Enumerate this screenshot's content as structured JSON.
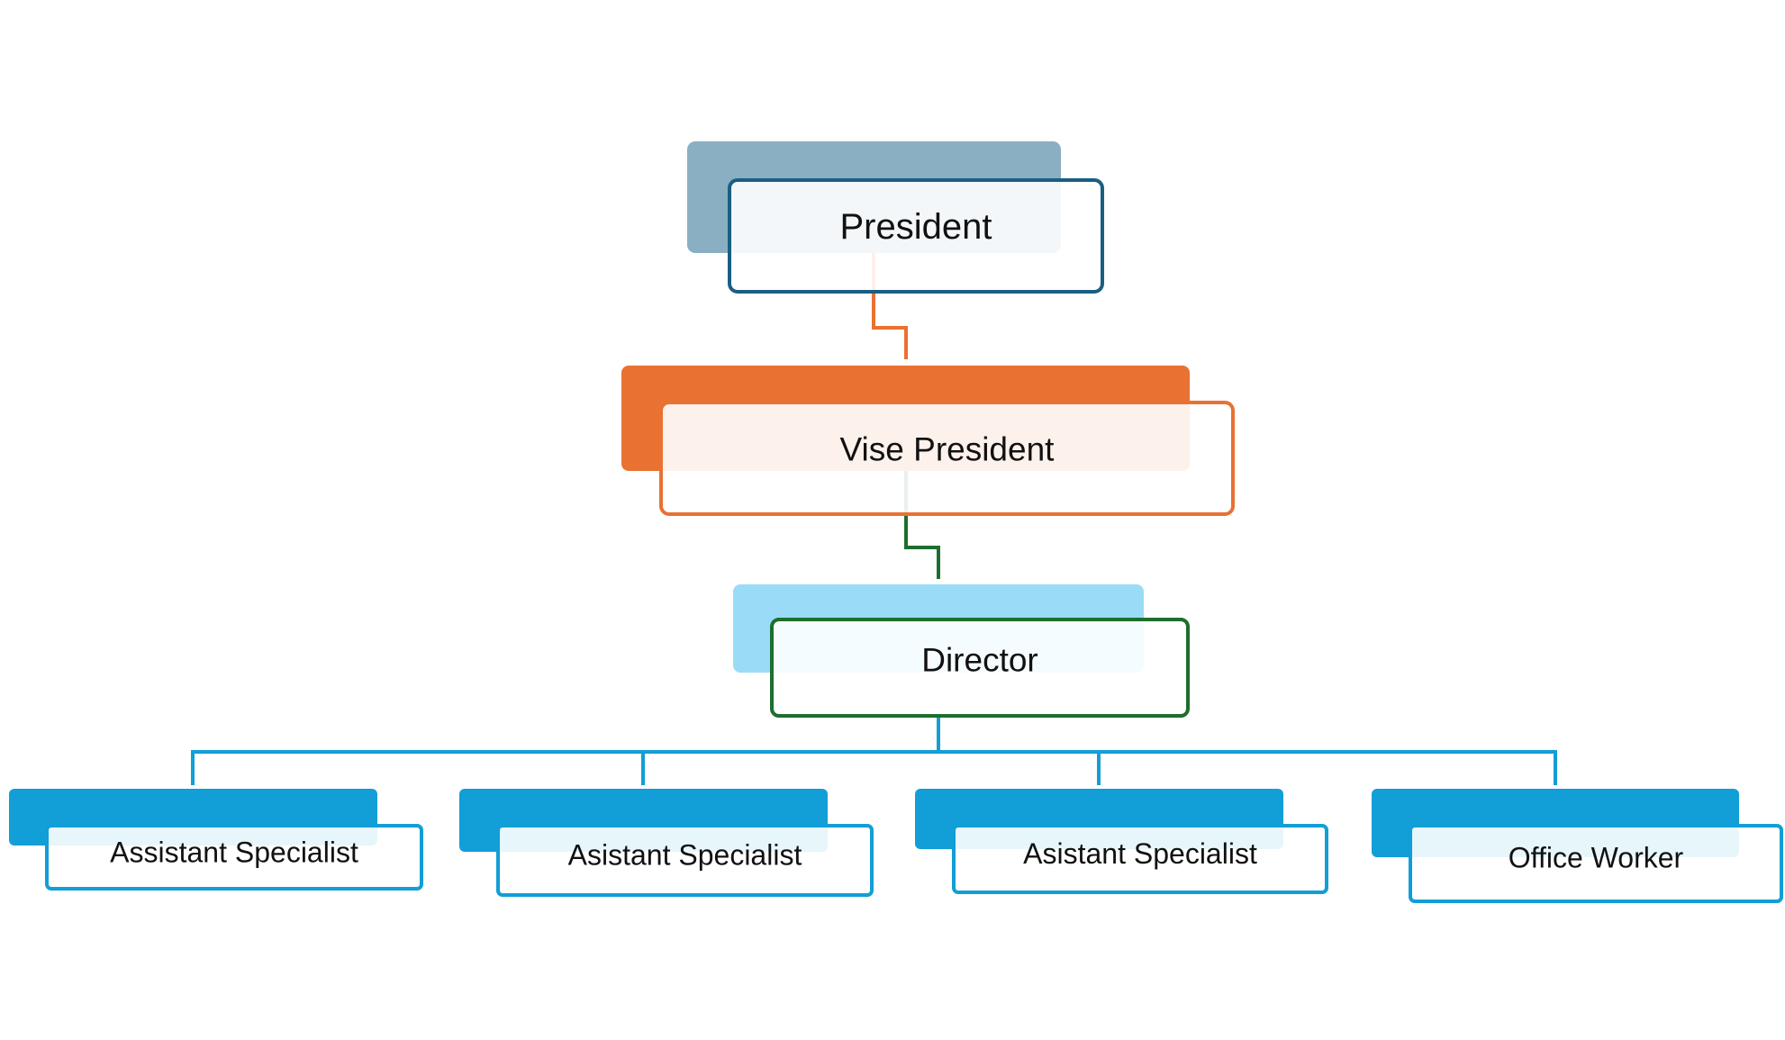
{
  "diagram": {
    "type": "org-chart",
    "nodes": [
      {
        "id": "president",
        "label": "President",
        "accent_color": "#8AAFC2",
        "border_color": "#1B5E82",
        "fill_color": "#F1F5F7"
      },
      {
        "id": "vice_president",
        "label": "Vise President",
        "accent_color": "#E97132",
        "border_color": "#E97132",
        "fill_color": "#FCF0EA"
      },
      {
        "id": "director",
        "label": "Director",
        "accent_color": "#9ADCF7",
        "border_color": "#1E6E2E",
        "fill_color": "#F2FAFD"
      },
      {
        "id": "assistant_1",
        "label": "Assistant Specialist",
        "accent_color": "#129ED6",
        "border_color": "#129ED6",
        "fill_color": "#E7F3F9"
      },
      {
        "id": "assistant_2",
        "label": "Asistant Specialist",
        "accent_color": "#129ED6",
        "border_color": "#129ED6",
        "fill_color": "#E7F3F9"
      },
      {
        "id": "assistant_3",
        "label": "Asistant Specialist",
        "accent_color": "#129ED6",
        "border_color": "#129ED6",
        "fill_color": "#E7F3F9"
      },
      {
        "id": "office_worker",
        "label": "Office Worker",
        "accent_color": "#129ED6",
        "border_color": "#129ED6",
        "fill_color": "#E7F3F9"
      }
    ],
    "edges": [
      {
        "from": "president",
        "to": "vice_president",
        "color": "#E97132"
      },
      {
        "from": "vice_president",
        "to": "director",
        "color": "#1E6E2E"
      },
      {
        "from": "director",
        "to": "assistant_1",
        "color": "#129ED6"
      },
      {
        "from": "director",
        "to": "assistant_2",
        "color": "#129ED6"
      },
      {
        "from": "director",
        "to": "assistant_3",
        "color": "#129ED6"
      },
      {
        "from": "director",
        "to": "office_worker",
        "color": "#129ED6"
      }
    ]
  }
}
